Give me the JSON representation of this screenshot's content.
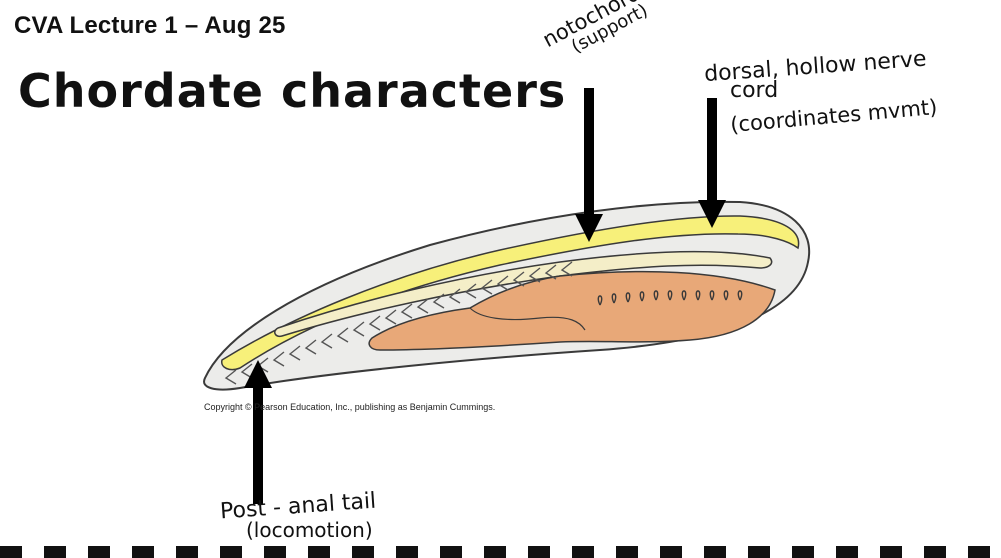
{
  "header": {
    "lecture": "CVA Lecture 1 – Aug 25"
  },
  "title": "Chordate characters",
  "annotations": {
    "notochord": {
      "line1": "notochord",
      "line2": "(support)"
    },
    "nerve_cord": {
      "line1": "dorsal, hollow nerve",
      "line2": "cord",
      "line3": "(coordinates mvmt)"
    },
    "tail": {
      "line1": "Post - anal tail",
      "line2": "(locomotion)"
    }
  },
  "copyright": "Copyright © Pearson Education, Inc., publishing as Benjamin Cummings.",
  "colors": {
    "body_outline": "#3a3a3a",
    "body_fill": "#ececea",
    "nerve_cord": "#f7f07a",
    "notochord": "#f4eec8",
    "gut": "#e8a878",
    "arrow": "#000000"
  }
}
